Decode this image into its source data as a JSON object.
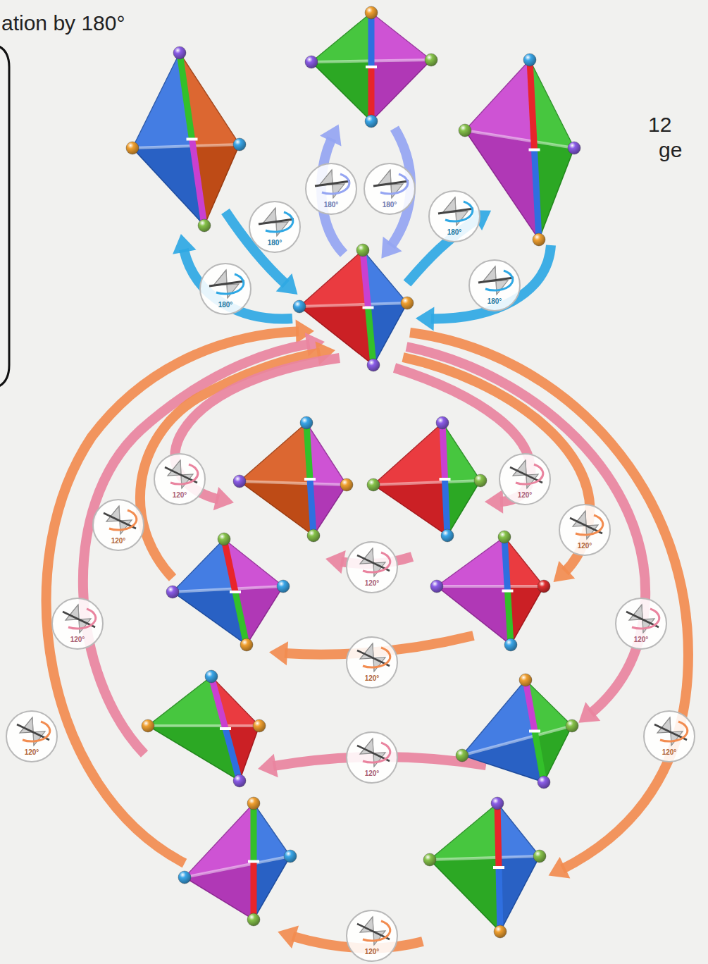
{
  "diagram": {
    "nodes": [
      {
        "text": [
          "180°"
        ]
      },
      {
        "text": [
          "180°"
        ]
      },
      {
        "text": [
          "180°"
        ]
      },
      {
        "text": [
          "180°"
        ]
      },
      {
        "text": [
          "180°"
        ]
      },
      {
        "text": [
          "180°"
        ]
      },
      {
        "text": [
          "120°"
        ]
      },
      {
        "text": [
          "120°"
        ]
      },
      {
        "text": [
          "120°"
        ]
      },
      {
        "text": [
          "120°"
        ]
      },
      {
        "text": [
          "120°"
        ]
      },
      {
        "text": [
          "120°"
        ]
      },
      {
        "text": [
          "120°"
        ]
      },
      {
        "text": [
          "120°"
        ]
      },
      {
        "text": [
          "120°"
        ]
      },
      {
        "text": [
          "120°"
        ]
      },
      {
        "text": [
          "120°"
        ]
      },
      {
        "text": [
          "120°"
        ]
      }
    ],
    "labels": [
      "ation by 180°",
      "12",
      "ge"
    ]
  }
}
